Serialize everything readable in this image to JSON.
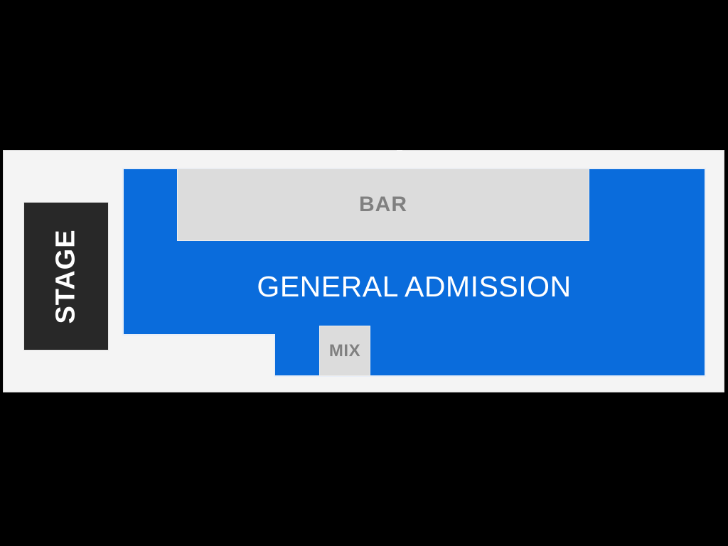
{
  "map": {
    "background_color": "#000000",
    "panel": {
      "background_color": "#f4f4f4",
      "border_color": "#dcdcdc"
    },
    "colors": {
      "general_admission": "#0a6cdc",
      "stage": "#282828",
      "section_fill": "#dcdcdc",
      "section_text": "#808080",
      "ga_text": "#ffffff",
      "stage_text": "#ffffff"
    },
    "sections": {
      "stage": {
        "label": "STAGE",
        "orientation": "vertical"
      },
      "general_admission": {
        "label": "GENERAL ADMISSION"
      },
      "bar": {
        "label": "BAR"
      },
      "mix": {
        "label": "MIX"
      }
    }
  }
}
